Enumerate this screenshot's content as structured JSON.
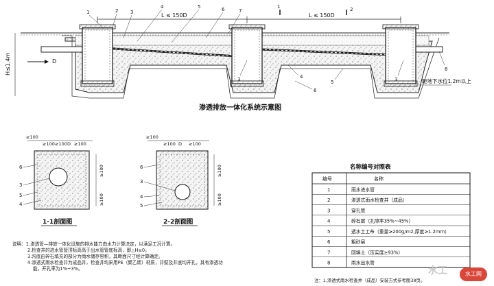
{
  "diagram": {
    "top_title": "渗透排放一体化系统示意图",
    "spacing_label": "L ≤ 150D",
    "left_depth_label": "H≤1.4m",
    "d_label": "D",
    "groundwater_label": "距地下水位1.2m以上",
    "callouts_top": [
      "1",
      "2",
      "3",
      "4",
      "5",
      "6",
      "7",
      "8",
      "1",
      "2"
    ],
    "callouts_bottom": [
      "4",
      "5",
      "6",
      "3",
      "3",
      "8"
    ]
  },
  "sections": {
    "s1_title": "1-1剖面图",
    "s2_title": "2-2剖面图",
    "dim_ge100": "≥100",
    "dim_D": "D",
    "labels_s1": [
      "6",
      "3",
      "5",
      "4"
    ],
    "labels_s2": [
      "6",
      "3",
      "4",
      "5"
    ]
  },
  "table": {
    "title": "名称编号对照表",
    "headers": [
      "编号",
      "名称"
    ],
    "rows": [
      [
        "1",
        "雨水进水管"
      ],
      [
        "2",
        "渗透式雨水检查井（成品）"
      ],
      [
        "3",
        "穿孔管"
      ],
      [
        "4",
        "碎石层（孔隙率35%~45%）"
      ],
      [
        "5",
        "透水土工布（重量≥200g/m2,厚度≥1.2mm）"
      ],
      [
        "6",
        "粗砂层"
      ],
      [
        "7",
        "回填土（压实度≥93%）"
      ],
      [
        "8",
        "雨水出水管"
      ]
    ],
    "note": "注：1.渗透式雨水检查井（成品）安装方式参考图38页。"
  },
  "notes": [
    "说明：1.渗透管—排放一体化设施的排水能力由水力计算决定，以满足工况计算。",
    "2.检查井的进水管管顶标高高于出水管管底标高，即△H≥0。",
    "3.沟底由碎石填充的部分为雨水储存容积，其断面尺寸经计算确定。",
    "4.渗透式雨水检查井为成品井，检查井均采用PE（聚乙烯）材质，井壁及井底均开孔，其有渗透功",
    "能，开孔率为1%~3%。"
  ],
  "watermark": {
    "text": "水工",
    "badge": "水工网"
  }
}
